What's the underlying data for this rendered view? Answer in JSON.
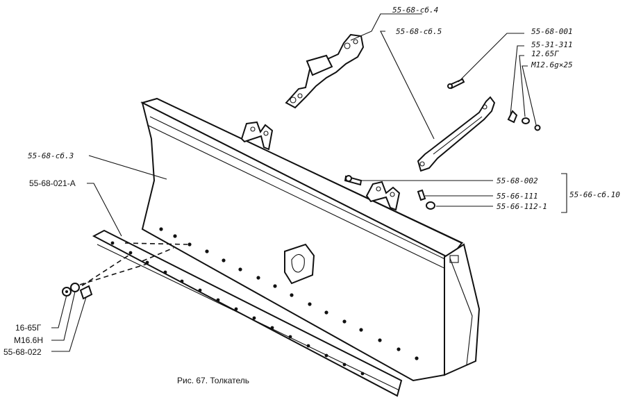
{
  "figure": {
    "caption": "Рис. 67. Толкатель"
  },
  "labels": {
    "sb4": "55-68-сб.4",
    "sb5": "55-68-сб.5",
    "p001": "55-68-001",
    "p311": "55-31-311",
    "p12_65g": "12.65Г",
    "m12": "M12.6g×25",
    "sb3": "55-68-сб.3",
    "p021a": "55-68-021-A",
    "p002": "55-68-002",
    "p111": "55-66-111",
    "p112_1": "55-66-112-1",
    "sb10": "55-66-сб.10",
    "p16_65g": "16-65Г",
    "m16": "M16.6H",
    "p022": "55-68-022"
  }
}
